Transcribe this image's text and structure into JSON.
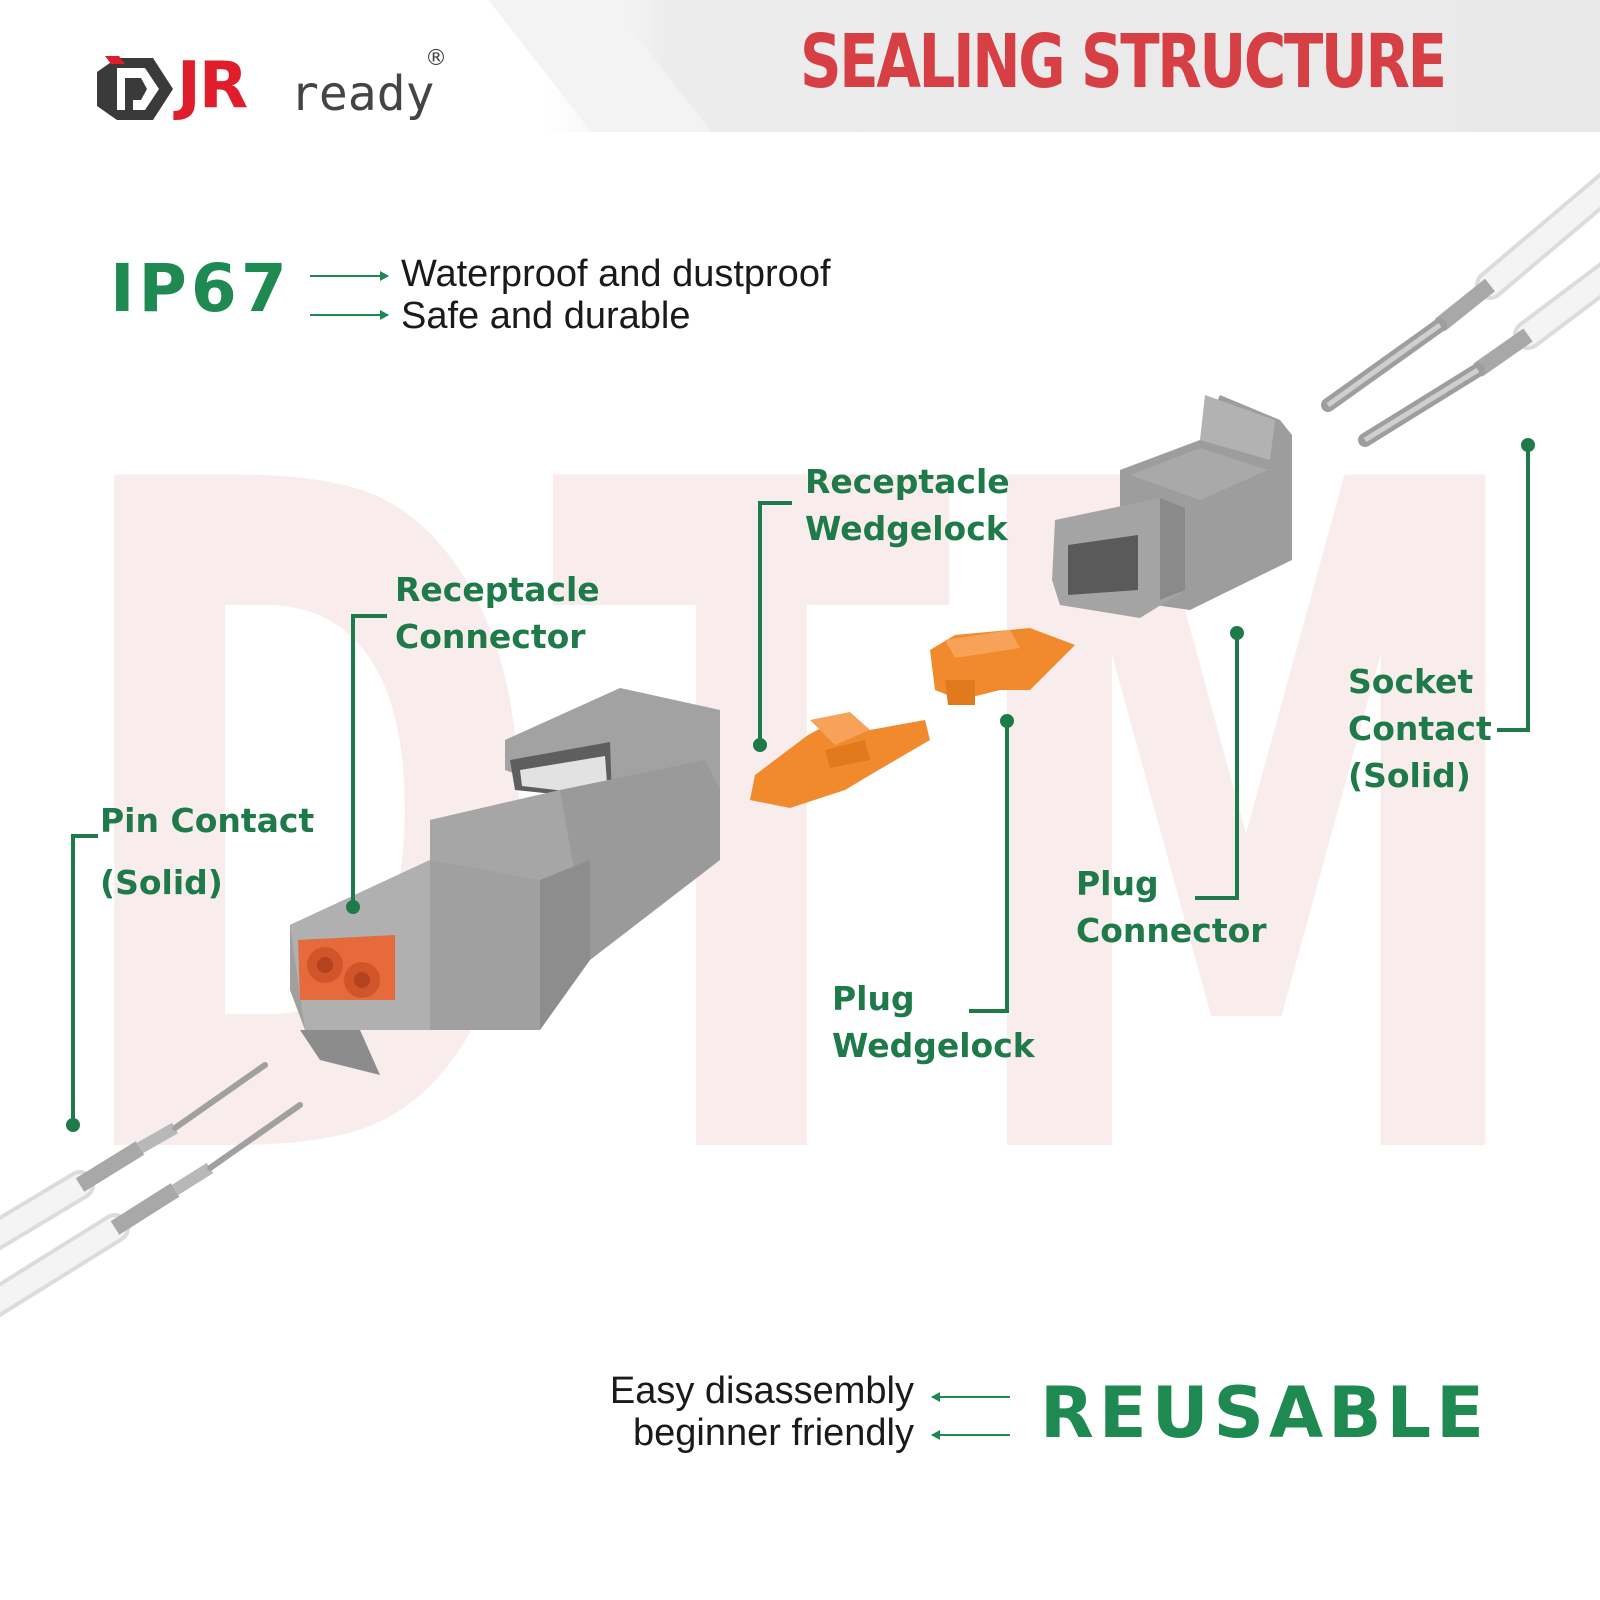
{
  "brand": {
    "logo_jr": "JR",
    "logo_ready": "ready",
    "registered": "®"
  },
  "header": {
    "title": "SEALING STRUCTURE"
  },
  "watermark": {
    "text": "DTM"
  },
  "ip_rating": {
    "title": "IP67",
    "features": [
      "Waterproof and dustproof",
      "Safe and durable"
    ]
  },
  "labels": {
    "receptacle_wedgelock": [
      "Receptacle",
      "Wedgelock"
    ],
    "receptacle_connector": [
      "Receptacle",
      "Connector"
    ],
    "pin_contact": [
      "Pin Contact",
      "(Solid)"
    ],
    "socket_contact": [
      "Socket",
      "Contact",
      "(Solid)"
    ],
    "plug_connector": [
      "Plug",
      "Connector"
    ],
    "plug_wedgelock": [
      "Plug",
      "Wedgelock"
    ]
  },
  "reusable": {
    "title": "REUSABLE",
    "features": [
      "Easy disassembly",
      "beginner friendly"
    ]
  },
  "colors": {
    "accent_green": "#1e8a52",
    "title_red": "#d64045",
    "connector_gray": "#9a9a9a",
    "wedgelock_orange": "#f08a2c",
    "watermark_pink": "#f9ecec"
  }
}
